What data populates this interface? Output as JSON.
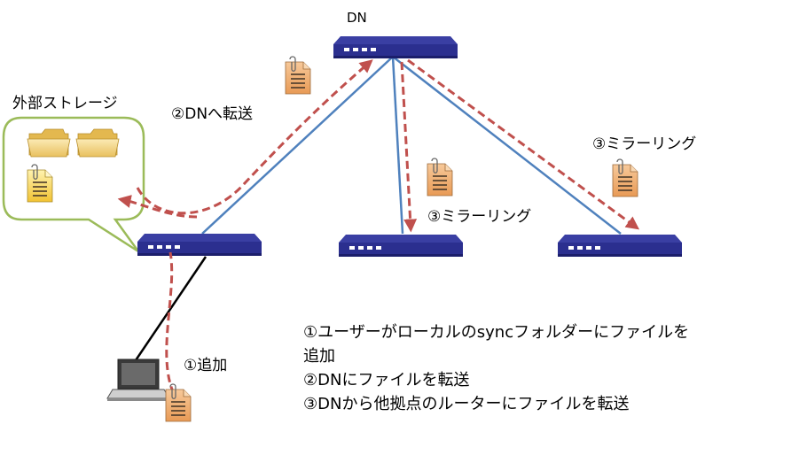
{
  "nodes": {
    "dn_label": "DN",
    "storage_title": "外部ストレージ"
  },
  "arrows": {
    "step2_label": "②DNへ転送",
    "mirror_label_right": "③ミラーリング",
    "mirror_label_center": "③ミラーリング",
    "step1_label": "①追加"
  },
  "legend": {
    "line1": "①ユーザーがローカルのsyncフォルダーにファイルを",
    "line2": "追加",
    "line3": "②DNにファイルを転送",
    "line4": "③DNから他拠点のルーターにファイルを転送"
  },
  "colors": {
    "router_fill": "#2b2f8f",
    "router_dark": "#1b1e6b",
    "link_line": "#4f81bd",
    "transfer_arrow": "#c0504d",
    "callout_border": "#9bbb59",
    "doc_fill": "#f2b880",
    "folder_fill": "#f5d98a"
  },
  "icons": [
    "router-icon",
    "laptop-icon",
    "document-icon",
    "folder-icon"
  ]
}
